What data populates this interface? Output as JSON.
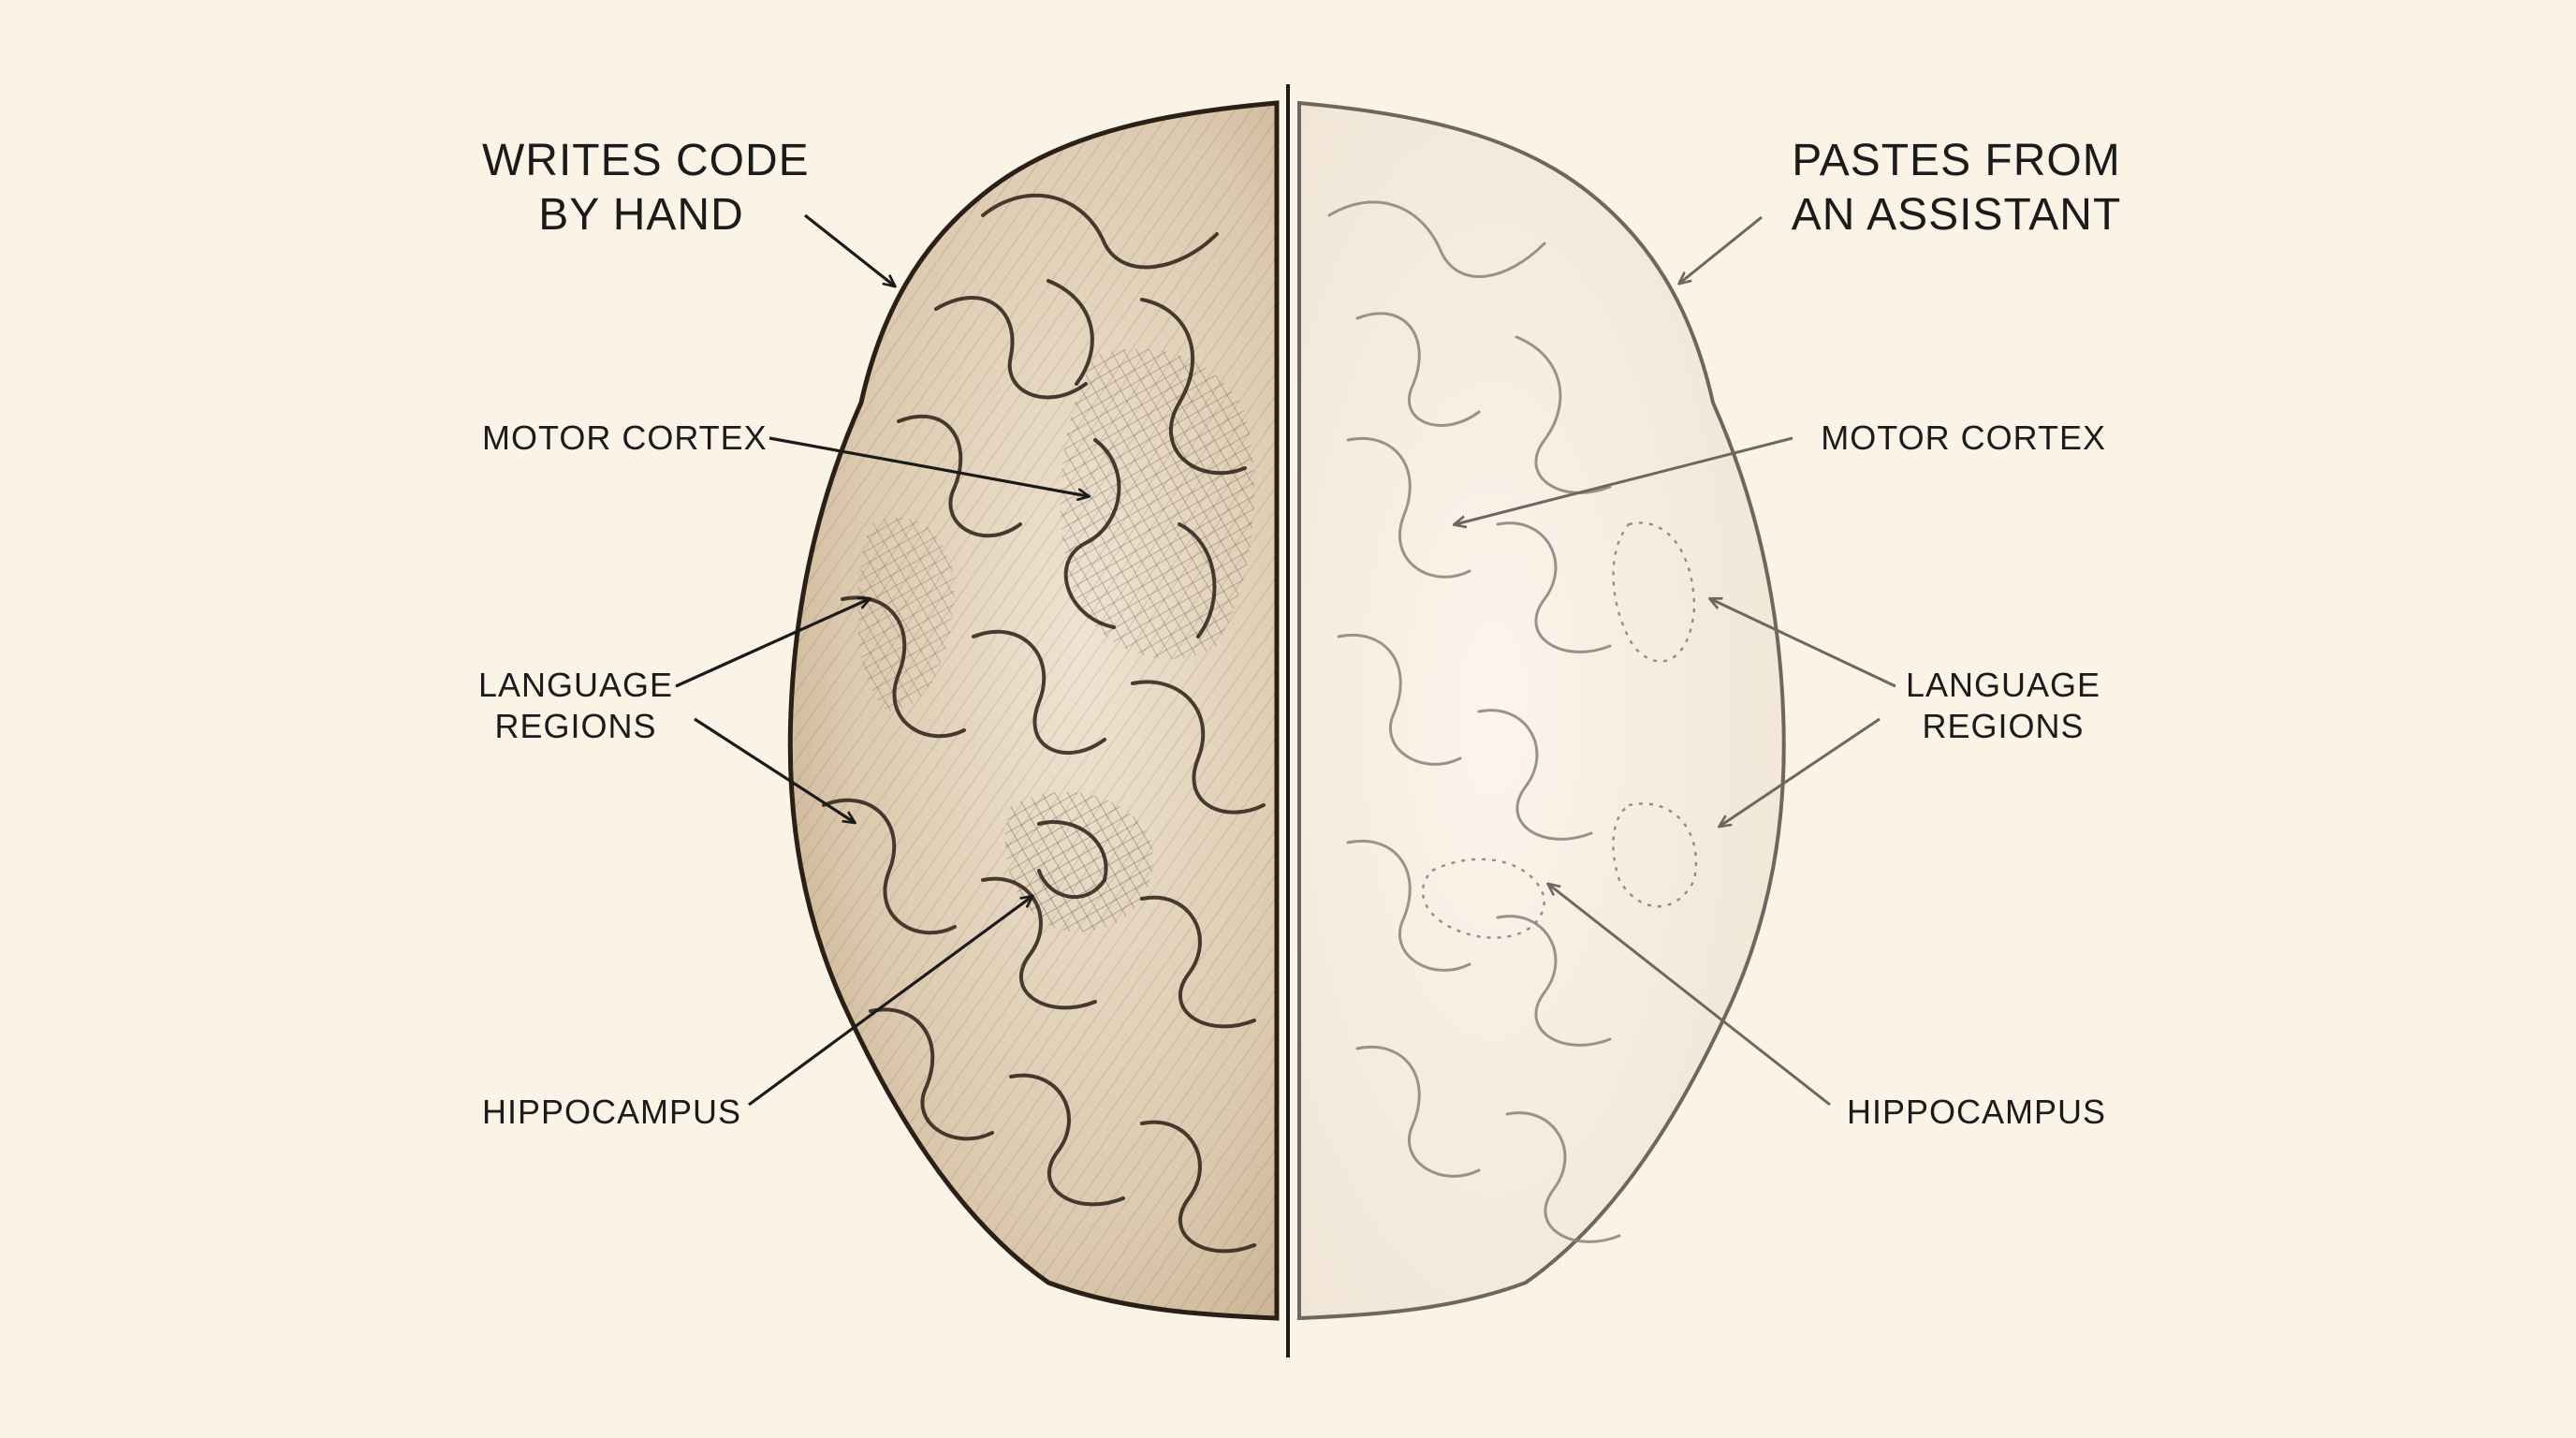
{
  "left_panel": {
    "heading": [
      "WRITES CODE",
      "BY HAND"
    ],
    "labels": {
      "motor_cortex": "MOTOR CORTEX",
      "language_regions": [
        "LANGUAGE",
        "REGIONS"
      ],
      "hippocampus": "HIPPOCAMPUS"
    }
  },
  "right_panel": {
    "heading": [
      "PASTES FROM",
      "AN ASSISTANT"
    ],
    "labels": {
      "motor_cortex": "MOTOR CORTEX",
      "language_regions": [
        "LANGUAGE",
        "REGIONS"
      ],
      "hippocampus": "HIPPOCAMPUS"
    }
  },
  "colors": {
    "background": "#fbf3e6",
    "ink": "#1b1b1b",
    "left_brain_fill": "#e3d4bf",
    "right_brain_fill": "#f7efe2",
    "right_ink": "#8a8278"
  }
}
